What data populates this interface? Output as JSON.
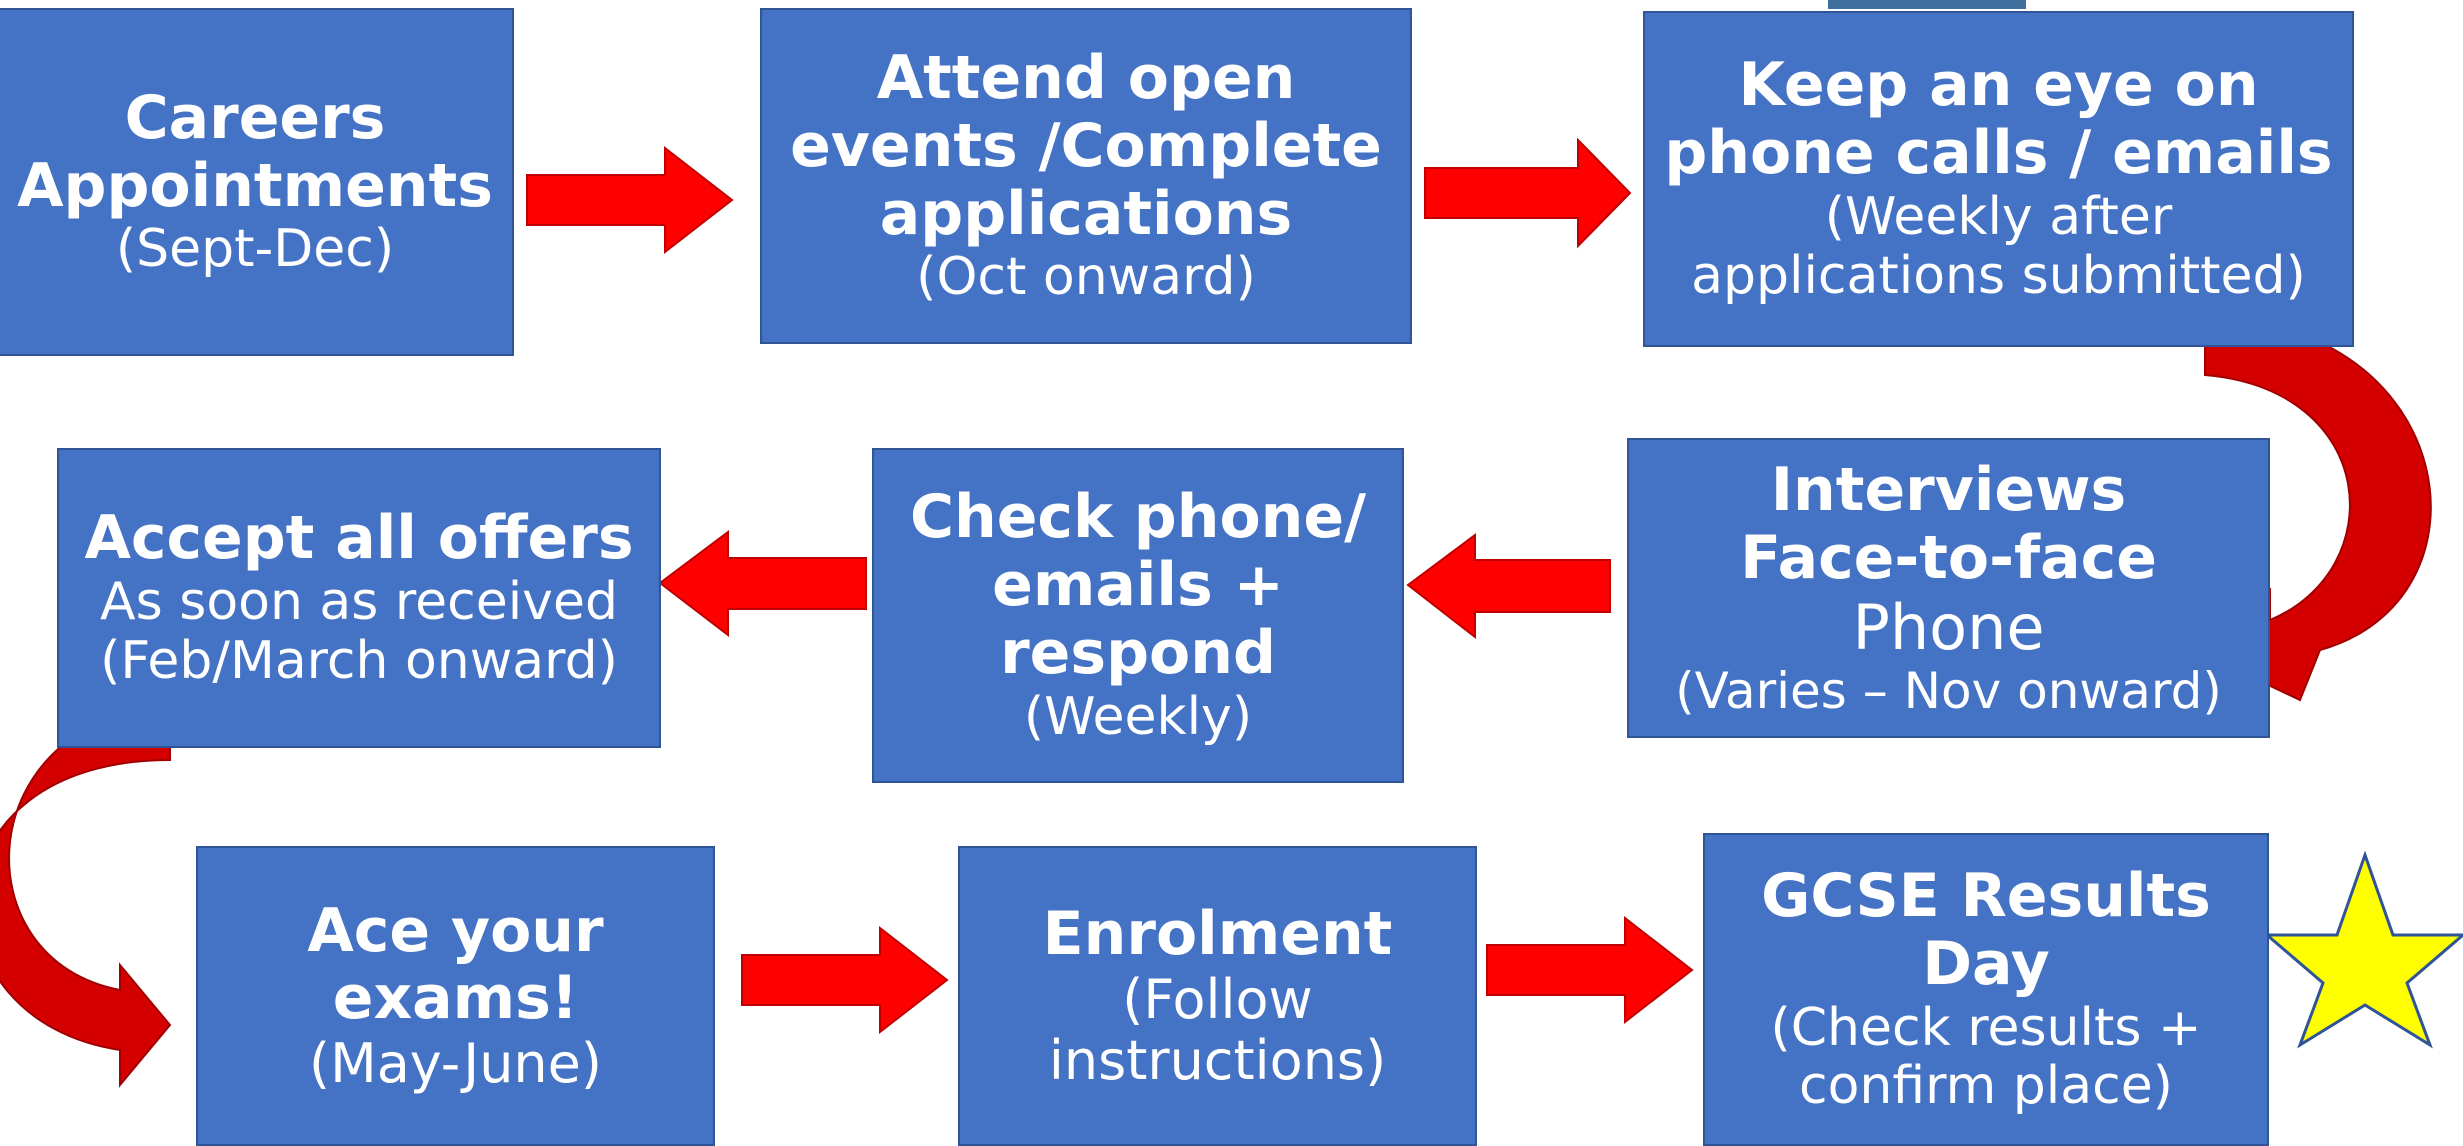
{
  "colors": {
    "box_fill": "#4472c4",
    "box_border": "#2f5597",
    "arrow": "#ff0000",
    "curved_arrow": "#d40000",
    "star": "#ffff00"
  },
  "steps": [
    {
      "title": [
        "Careers",
        "Appointments"
      ],
      "subtitle": [
        "(Sept-Dec)"
      ]
    },
    {
      "title": [
        "Attend open",
        "events /Complete",
        "applications"
      ],
      "subtitle": [
        "(Oct onward)"
      ]
    },
    {
      "title": [
        "Keep an eye on",
        "phone calls / emails"
      ],
      "subtitle": [
        "(Weekly after",
        "applications submitted)"
      ]
    },
    {
      "title": [
        "Interviews",
        "Face-to-face"
      ],
      "subtitle": [
        "Phone",
        "(Varies – Nov onward)"
      ]
    },
    {
      "title": [
        "Check phone/",
        "emails +",
        "respond"
      ],
      "subtitle": [
        "(Weekly)"
      ]
    },
    {
      "title": [
        "Accept all offers"
      ],
      "subtitle": [
        "As soon as received",
        "(Feb/March onward)"
      ]
    },
    {
      "title": [
        "Ace your",
        "exams!"
      ],
      "subtitle": [
        "(May-June)"
      ]
    },
    {
      "title": [
        "Enrolment"
      ],
      "subtitle": [
        "(Follow",
        "instructions)"
      ]
    },
    {
      "title": [
        "GCSE Results",
        "Day"
      ],
      "subtitle": [
        "(Check results +",
        "confirm place)"
      ]
    }
  ]
}
